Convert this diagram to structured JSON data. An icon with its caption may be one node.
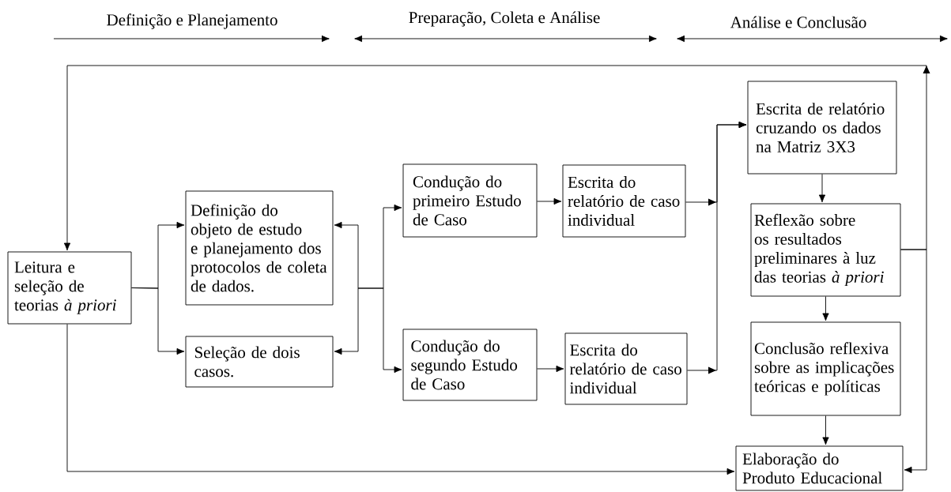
{
  "diagram": {
    "nodes": [
      {
        "text": [
          "Leitura e seleção de teorias *à priori*"
        ]
      },
      {
        "text": [
          "Definição do objeto de estudo e planejamento dos protocolos de coleta de dados."
        ]
      },
      {
        "text": [
          "Seleção de dois casos."
        ]
      },
      {
        "text": [
          "Condução do primeiro Estudo de Caso"
        ]
      },
      {
        "text": [
          "Escrita do relatório de caso individual"
        ]
      },
      {
        "text": [
          "Condução do segundo Estudo de Caso"
        ]
      },
      {
        "text": [
          "Escrita do relatório de caso individual"
        ]
      },
      {
        "text": [
          "Escrita de relatório cruzando os dados na Matriz 3X3"
        ]
      },
      {
        "text": [
          "Reflexão sobre os resultados preliminares à luz das teorias *à priori*"
        ]
      },
      {
        "text": [
          "Conclusão reflexiva sobre as implicações teóricas e políticas"
        ]
      },
      {
        "text": [
          "Elaboração do Produto Educacional"
        ]
      }
    ],
    "edges": [
      {
        "from": 0,
        "to": 1,
        "arrow": "to"
      },
      {
        "from": 0,
        "to": 2,
        "arrow": "to"
      },
      {
        "from": 1,
        "to": 3,
        "arrow": "both"
      },
      {
        "from": 2,
        "to": 5,
        "arrow": "both"
      },
      {
        "from": 3,
        "to": 4,
        "arrow": "to"
      },
      {
        "from": 5,
        "to": 6,
        "arrow": "to"
      },
      {
        "from": 4,
        "to": 7,
        "arrow": "to"
      },
      {
        "from": 6,
        "to": 7,
        "arrow": "to"
      },
      {
        "from": 7,
        "to": 8,
        "arrow": "to"
      },
      {
        "from": 8,
        "to": 9,
        "arrow": "to"
      },
      {
        "from": 9,
        "to": 10,
        "arrow": "to"
      },
      {
        "from": 8,
        "to": 10,
        "arrow": "to"
      },
      {
        "from": 8,
        "to": 0,
        "arrow": "to"
      },
      {
        "from": 0,
        "to": 10,
        "arrow": "to"
      }
    ],
    "labels": [
      "Definição e Planejamento",
      "Preparação, Coleta e Análise",
      "Análise e Conclusão"
    ]
  }
}
